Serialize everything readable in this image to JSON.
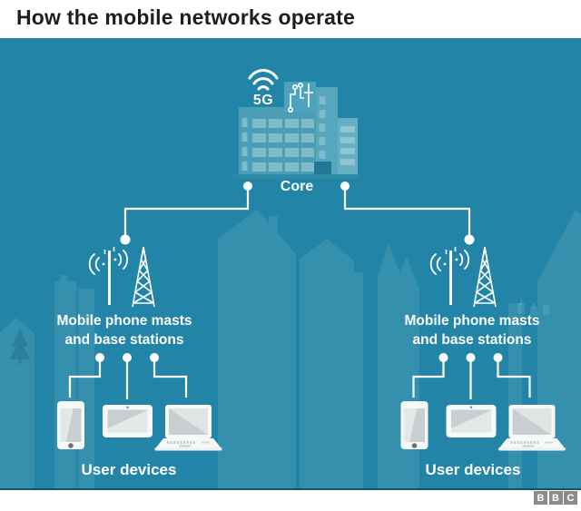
{
  "title": "How the mobile networks operate",
  "colors": {
    "background_teal": "#2285A7",
    "skyline_overlay": "rgba(255,255,255,0.09)",
    "line_white": "#ffffff",
    "title_text": "#1e1e1e",
    "bbc_gray": "#8B8B8B",
    "building_body": "#4C9EB6",
    "building_windows": "#7FBCCB"
  },
  "core": {
    "badge": "5G",
    "label": "Core"
  },
  "masts": {
    "left": {
      "line1": "Mobile phone masts",
      "line2": "and base stations"
    },
    "right": {
      "line1": "Mobile phone masts",
      "line2": "and base stations"
    }
  },
  "devices": {
    "left_label": "User devices",
    "right_label": "User devices"
  },
  "icons": {
    "core": "core-building-icon",
    "network": "wifi-5g-icon",
    "chip": "circuit-chip-icon",
    "mast": "radio-mast-and-lattice-tower-icon",
    "user_devices": "smartphone-tablet-laptop-icons",
    "logo": "bbc-logo"
  },
  "footer": {
    "b1": "B",
    "b2": "B",
    "c": "C"
  }
}
